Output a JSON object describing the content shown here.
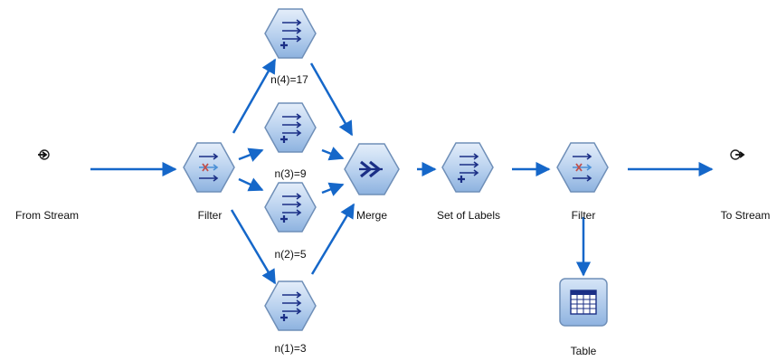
{
  "stream": {
    "nodes": {
      "from_stream": {
        "label": "From Stream",
        "icon": "input-connector-icon"
      },
      "filter_1": {
        "label": "Filter",
        "icon": "filter-node-icon"
      },
      "derive_n4": {
        "label": "n(4)=17",
        "icon": "derive-node-icon"
      },
      "derive_n3": {
        "label": "n(3)=9",
        "icon": "derive-node-icon"
      },
      "derive_n2": {
        "label": "n(2)=5",
        "icon": "derive-node-icon"
      },
      "derive_n1": {
        "label": "n(1)=3",
        "icon": "derive-node-icon"
      },
      "merge": {
        "label": "Merge",
        "icon": "merge-node-icon"
      },
      "set_of_labels": {
        "label": "Set of Labels",
        "icon": "derive-node-icon"
      },
      "filter_2": {
        "label": "Filter",
        "icon": "filter-node-icon"
      },
      "table": {
        "label": "Table",
        "icon": "table-node-icon"
      },
      "to_stream": {
        "label": "To Stream",
        "icon": "output-connector-icon"
      }
    }
  },
  "colors": {
    "connector": "#1567c9",
    "node_fill_light": "#dbe8f7",
    "node_fill_dark": "#8fb5e2",
    "node_stroke": "#6f8fb8",
    "glyph": "#1b2f86",
    "filter_cross": "#c0504d"
  }
}
